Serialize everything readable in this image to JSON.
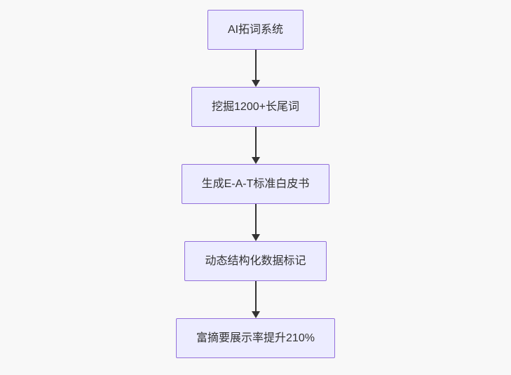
{
  "diagram": {
    "type": "flowchart",
    "direction": "top-down",
    "nodes": [
      {
        "id": "step1",
        "label": "AI拓词系统"
      },
      {
        "id": "step2",
        "label": "挖掘1200+长尾词"
      },
      {
        "id": "step3",
        "label": "生成E-A-T标准白皮书"
      },
      {
        "id": "step4",
        "label": "动态结构化数据标记"
      },
      {
        "id": "step5",
        "label": "富摘要展示率提升210%"
      }
    ],
    "edges": [
      {
        "from": "step1",
        "to": "step2"
      },
      {
        "from": "step2",
        "to": "step3"
      },
      {
        "from": "step3",
        "to": "step4"
      },
      {
        "from": "step4",
        "to": "step5"
      }
    ],
    "colors": {
      "node_fill": "#ECECFF",
      "node_border": "#9370DB",
      "text": "#333333",
      "arrow": "#333333",
      "background": "#F8F8F8"
    }
  }
}
